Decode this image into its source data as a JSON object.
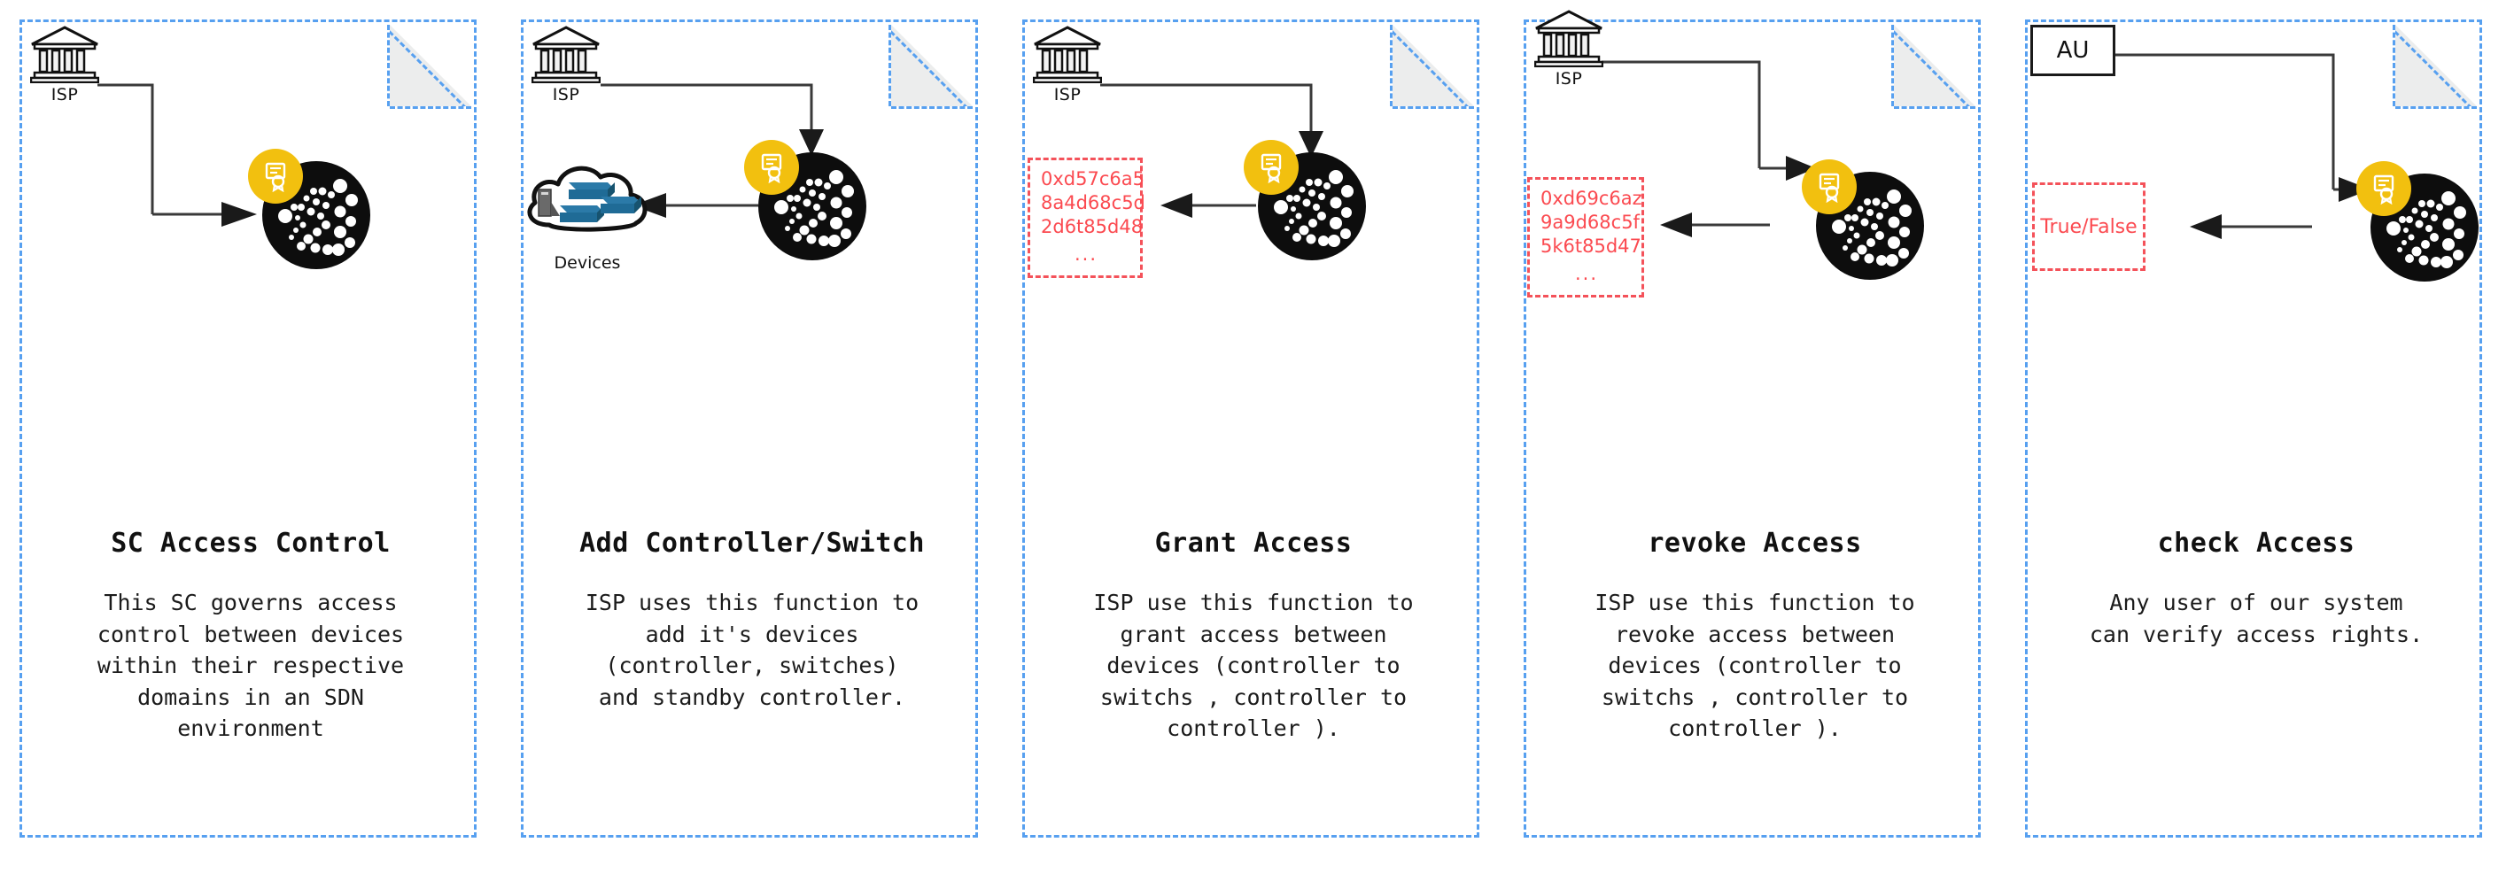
{
  "diagram": {
    "card_count": 5,
    "colors": {
      "card_border": "#57a0f0",
      "fold_fill": "#eceded",
      "hash_text": "#fb4a50",
      "hash_border": "#f4525a",
      "iota_disc": "#0d0d0d",
      "iota_badge": "#f2c00f",
      "device_switch": "#1f6b96",
      "arrow": "#3a3a3a"
    }
  },
  "cards": [
    {
      "id": "sc-access-control",
      "title": "SC Access Control",
      "description": "This SC governs access\ncontrol between devices\nwithin their respective\ndomains in an SDN\nenvironment",
      "actor_label": "ISP",
      "actor_icon": "bank-icon",
      "node_icon": "iota-ledger-icon",
      "badge_icon": "certificate-icon",
      "has_cloud": false,
      "has_hash_box": false,
      "has_bool_box": false
    },
    {
      "id": "add-controller-switch",
      "title": "Add Controller/Switch",
      "description": "ISP uses this function to\nadd it's devices\n(controller,  switches)\nand standby controller.",
      "actor_label": "ISP",
      "actor_icon": "bank-icon",
      "node_icon": "iota-ledger-icon",
      "badge_icon": "certificate-icon",
      "has_cloud": true,
      "cloud_label": "Devices",
      "cloud_icon": "network-cloud-icon",
      "has_hash_box": false,
      "has_bool_box": false
    },
    {
      "id": "grant-access",
      "title": "Grant Access",
      "description": "ISP use this function to\ngrant access between\ndevices (controller to\nswitchs , controller to\ncontroller ).",
      "actor_label": "ISP",
      "actor_icon": "bank-icon",
      "node_icon": "iota-ledger-icon",
      "badge_icon": "certificate-icon",
      "has_cloud": false,
      "has_hash_box": true,
      "hash_lines": [
        "0xd57c6a5",
        "8a4d68c5d",
        "2d6t85d48"
      ],
      "hash_ellipsis": "...",
      "has_bool_box": false
    },
    {
      "id": "revoke-access",
      "title": "revoke Access",
      "description": "ISP use this function to\nrevoke access between\ndevices (controller to\nswitchs , controller to\ncontroller ).",
      "actor_label": "ISP",
      "actor_icon": "bank-icon",
      "node_icon": "iota-ledger-icon",
      "badge_icon": "certificate-icon",
      "has_cloud": false,
      "has_hash_box": true,
      "hash_lines": [
        "0xd69c6az",
        "9a9d68c5f",
        "5k6t85d47"
      ],
      "hash_ellipsis": "...",
      "has_bool_box": false
    },
    {
      "id": "check-access",
      "title": "check Access",
      "description": "Any user of our system\ncan verify access rights.",
      "actor_label": "AU",
      "actor_icon": "any-user-box",
      "node_icon": "iota-ledger-icon",
      "badge_icon": "certificate-icon",
      "has_cloud": false,
      "has_hash_box": false,
      "has_bool_box": true,
      "bool_label": "True/False"
    }
  ]
}
